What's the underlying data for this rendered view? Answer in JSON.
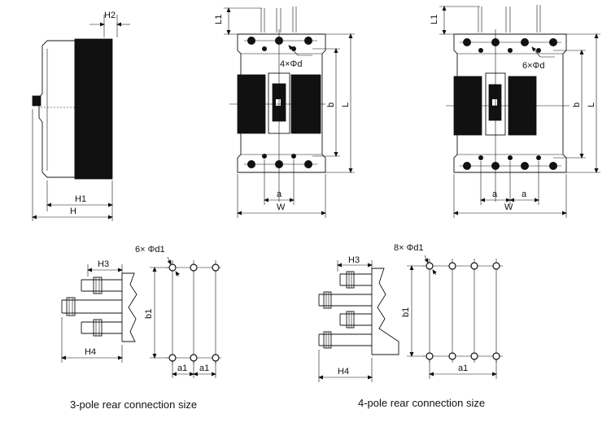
{
  "side_view": {
    "labels": {
      "h2": "H2",
      "h1": "H1",
      "h": "H"
    }
  },
  "front_3pole": {
    "labels": {
      "l1": "L1",
      "holes": "4×Φd",
      "b": "b",
      "l": "L",
      "a": "a",
      "w": "W"
    }
  },
  "front_4pole": {
    "labels": {
      "l1": "L1",
      "holes": "6×Φd",
      "b": "b",
      "l": "L",
      "a1": "a",
      "a2": "a",
      "w": "W"
    }
  },
  "rear_3pole": {
    "labels": {
      "holes": "6× Φd1",
      "h3": "H3",
      "h4": "H4",
      "b1": "b1",
      "a1_left": "a1",
      "a1_right": "a1"
    },
    "caption": "3-pole rear connection size"
  },
  "rear_4pole": {
    "labels": {
      "holes": "8× Φd1",
      "h3": "H3",
      "h4": "H4",
      "b1": "b1",
      "a1": "a1"
    },
    "caption": "4-pole rear connection size"
  }
}
